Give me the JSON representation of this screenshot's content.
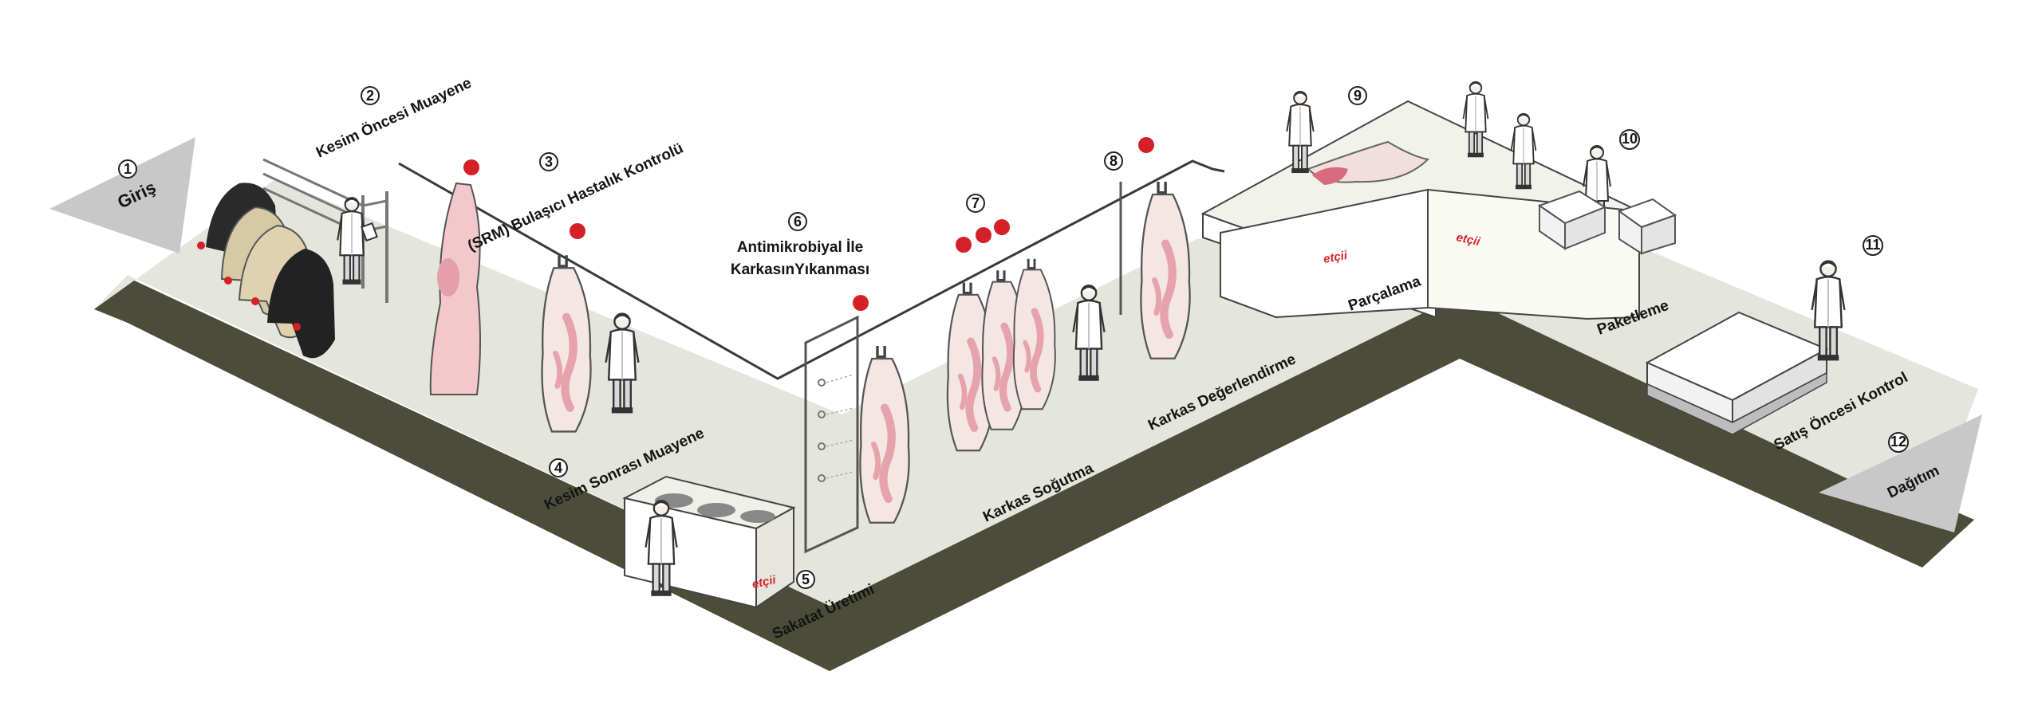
{
  "brand": {
    "name": "etçii",
    "color_primary": "#d8262e",
    "color_accent": "#1f8a3c"
  },
  "colors": {
    "floor": "#e4e5dc",
    "edge": "#4b4d3a",
    "carcass": "#f3e4e3",
    "meat": "#e8a9b2",
    "marker": "#d42027",
    "arrow": "#c8c8c8"
  },
  "steps": [
    {
      "number": "1",
      "label": "Giriş"
    },
    {
      "number": "2",
      "label": "Kesim Öncesi Muayene"
    },
    {
      "number": "3",
      "label": "(SRM) Bulaşıcı Hastalık Kontrolü"
    },
    {
      "number": "4",
      "label": "Kesim Sonrası Muayene"
    },
    {
      "number": "5",
      "label": "Sakatat Üretimi"
    },
    {
      "number": "6",
      "label_line1": "Antimikrobiyal İle",
      "label_line2": "KarkasınYıkanması"
    },
    {
      "number": "7",
      "label": "Karkas Soğutma"
    },
    {
      "number": "8",
      "label": "Karkas Değerlendirme"
    },
    {
      "number": "9",
      "label": "Parçalama"
    },
    {
      "number": "10",
      "label": "Paketleme"
    },
    {
      "number": "11",
      "label": "Satış Öncesi Kontrol"
    },
    {
      "number": "12",
      "label": "Dağıtım"
    }
  ]
}
